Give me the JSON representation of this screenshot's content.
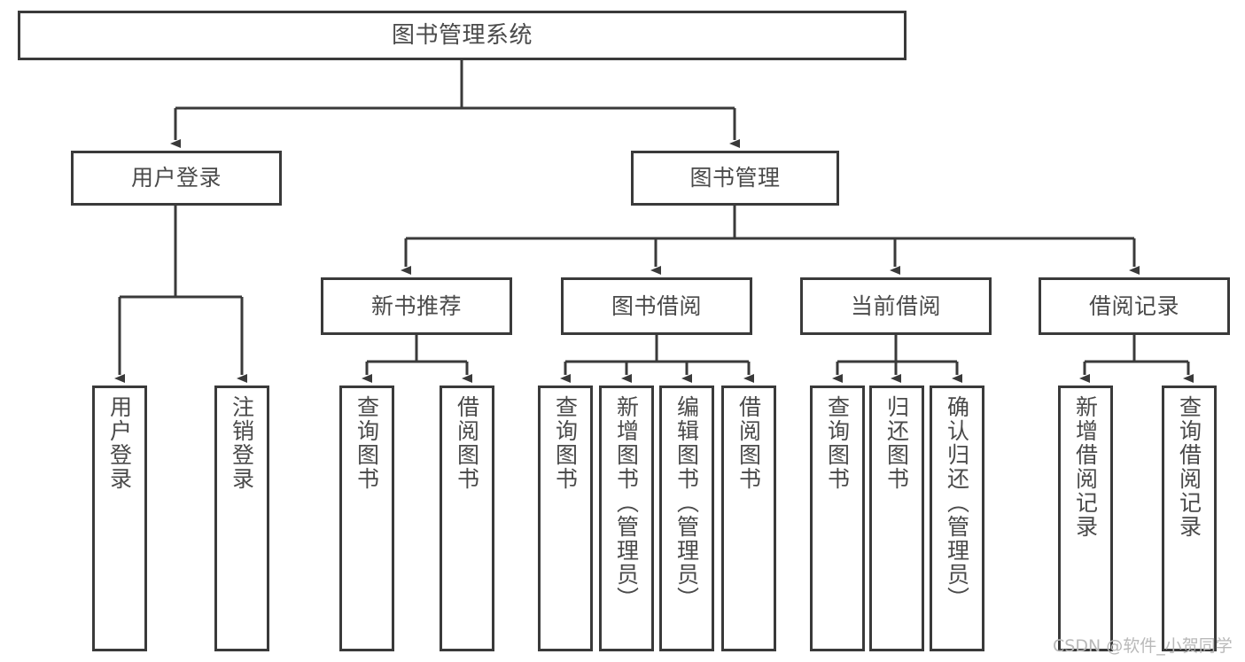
{
  "diagram": {
    "title": "图书管理系统",
    "type": "tree-hierarchy-function-chart",
    "colors": {
      "box_border": "#3a3a3a",
      "box_fill": "#ffffff",
      "text": "#4a4a4a",
      "edge": "#3a3a3a",
      "background": "#ffffff",
      "watermark": "#b9b9b9"
    },
    "root": {
      "label": "图书管理系统"
    },
    "level2": [
      {
        "label": "用户登录"
      },
      {
        "label": "图书管理"
      }
    ],
    "level3": [
      {
        "label": "新书推荐"
      },
      {
        "label": "图书借阅"
      },
      {
        "label": "当前借阅"
      },
      {
        "label": "借阅记录"
      }
    ],
    "leaves": {
      "user_login": [
        {
          "label": "用户登录"
        },
        {
          "label": "注销登录"
        }
      ],
      "new_book_recommend": [
        {
          "label": "查询图书"
        },
        {
          "label": "借阅图书"
        }
      ],
      "book_borrow": [
        {
          "label": "查询图书"
        },
        {
          "label": "新增图书（管理员）"
        },
        {
          "label": "编辑图书（管理员）"
        },
        {
          "label": "借阅图书"
        }
      ],
      "current_borrow": [
        {
          "label": "查询图书"
        },
        {
          "label": "归还图书"
        },
        {
          "label": "确认归还（管理员）"
        }
      ],
      "borrow_record": [
        {
          "label": "新增借阅记录"
        },
        {
          "label": "查询借阅记录"
        }
      ]
    }
  },
  "watermark": {
    "text": "CSDN @软件_小贺同学"
  }
}
